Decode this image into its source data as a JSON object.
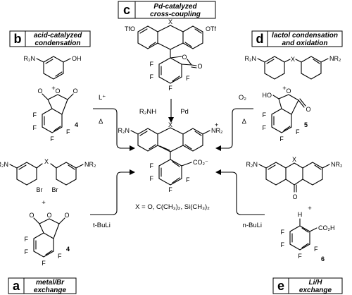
{
  "panels": {
    "a": {
      "letter": "a",
      "title_line1": "metal/Br",
      "title_line2": "exchange"
    },
    "b": {
      "letter": "b",
      "title_line1": "acid-catalyzed",
      "title_line2": "condensation"
    },
    "c": {
      "letter": "c",
      "title_line1": "Pd-catalyzed",
      "title_line2": "cross-coupling"
    },
    "d": {
      "letter": "d",
      "title_line1": "lactol condensation",
      "title_line2": "and oxidation"
    },
    "e": {
      "letter": "e",
      "title_line1": "Li/H",
      "title_line2": "exchange"
    }
  },
  "reagents": {
    "b_top": "L⁺",
    "b_bottom": "Δ",
    "d_top": "O₂",
    "d_bottom": "Δ",
    "c_amine": "R₂NH",
    "c_cat": "Pd",
    "a_base": "t-BuLi",
    "e_base": "n-BuLi"
  },
  "labels": {
    "plus": "+",
    "cmpd4": "4",
    "cmpd5": "5",
    "cmpd6": "6",
    "r2n": "R₂N",
    "nr2": "NR₂",
    "nr2_plus": "NR₂",
    "oh": "OH",
    "ho": "HO",
    "tfo": "TfO",
    "otf": "OTf",
    "x": "X",
    "o": "O",
    "f": "F",
    "h": "H",
    "br": "Br",
    "co2h": "CO₂H",
    "co2": "CO₂⁻",
    "x_def": "X = O, C(CH₃)₂, Si(CH₃)₂"
  }
}
